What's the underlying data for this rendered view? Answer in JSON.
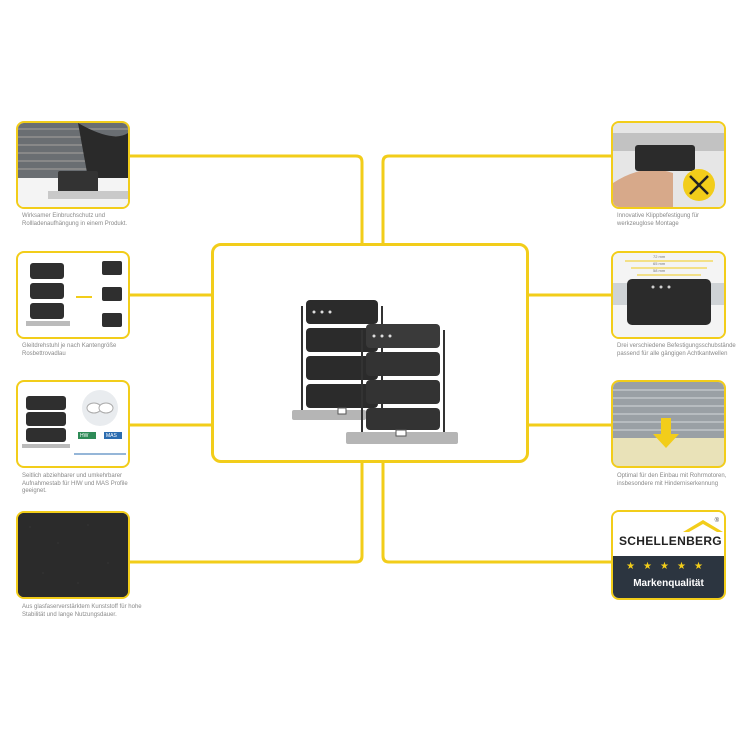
{
  "captions": {
    "c1": "Wirksamer Einbruchschutz und Rollladenaufhängung in einem Produkt.",
    "c2": "Gleitdrehstuhl je nach Kantengröße Rosbettrovadlau",
    "c3": "Seitlich abziehbarer und umkehrbarer Aufnahmestab für HIW und MAS Profile geeignet.",
    "c4": "Aus glasfaserverstärktem Kunststoff für hohe Stabilität und lange Nutzungsdauer.",
    "c5": "Innovative Klippbefestigung für werkzeuglose Montage",
    "c6": "Drei verschiedene Befestigungsschubstände passend für alle gängigen Achtkantwellen",
    "c7": "Optimal für den Einbau mit Rohrmotoren, insbesondere mit Hinderniserkennung"
  },
  "badges": {
    "hw": "HW",
    "mas": "MAS"
  },
  "measure": {
    "m1": "72 mm",
    "m2": "65 mm",
    "m3": "58 mm"
  },
  "brand": {
    "name": "SCHELLENBERG",
    "stars": "★★★★★",
    "quality": "Markenqualität",
    "reg": "®"
  },
  "colors": {
    "accent": "#f2cd1a",
    "dark": "#2c3540"
  }
}
